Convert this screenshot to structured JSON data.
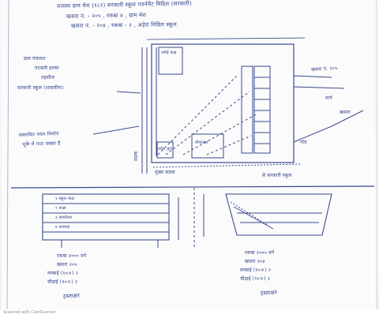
{
  "header": {
    "line1": "राजस्व ग्राम मेरा (१८२) सरकारी  स्कूल गवर्नमेंट मिडिल (सरकारी)",
    "line2": "खसरा नं. - २०५ , रकबा ४ , ग्राम मेरा",
    "line3": "खसरा नं. - २०४ , रकबा - २ , अड़ेरा मिडिल स्कूल"
  },
  "site_plan": {
    "left_labels": [
      "ग्राम पंचायत",
      "पटवारी हल्का",
      "तहसील",
      "सरकारी स्कूल (शासकीय)"
    ],
    "left_note_1": "प्रस्तावित भवन निर्माण",
    "left_note_2": "भूमि में गाटा संख्या है",
    "inner_top_box": "रसोई कक्ष",
    "inner_middle_box": "शौचालय",
    "inner_bottom_box": "प्रवेश द्वार",
    "right_labels": [
      "खसरा नं. २०५",
      "मार्ग",
      "खसरा",
      "गांव"
    ],
    "road_label": "सड़क",
    "bottom_label_left": "मुख्य सड़क",
    "bottom_label_right": "से सरकारी स्कूल"
  },
  "left_section": {
    "rows": [
      "१ स्कूल कक्ष",
      "२ कक्षा",
      "३ कार्यालय",
      "४ बरामदा"
    ],
    "summary": [
      "रकबा  ४००० वर्ग",
      "खसरा  २०५",
      "लम्बाई  (१०×) २",
      "चौड़ाई  (१०×) २"
    ],
    "signature": "हस्ताक्षर"
  },
  "right_section": {
    "summary": [
      "रकबा  २००० वर्ग",
      "खसरा  २०४",
      "लम्बाई  (१०×) २",
      "चौड़ाई  (१०×) २"
    ],
    "signature": "हस्ताक्षर"
  },
  "scanner_watermark": "Scanned with CamScanner"
}
